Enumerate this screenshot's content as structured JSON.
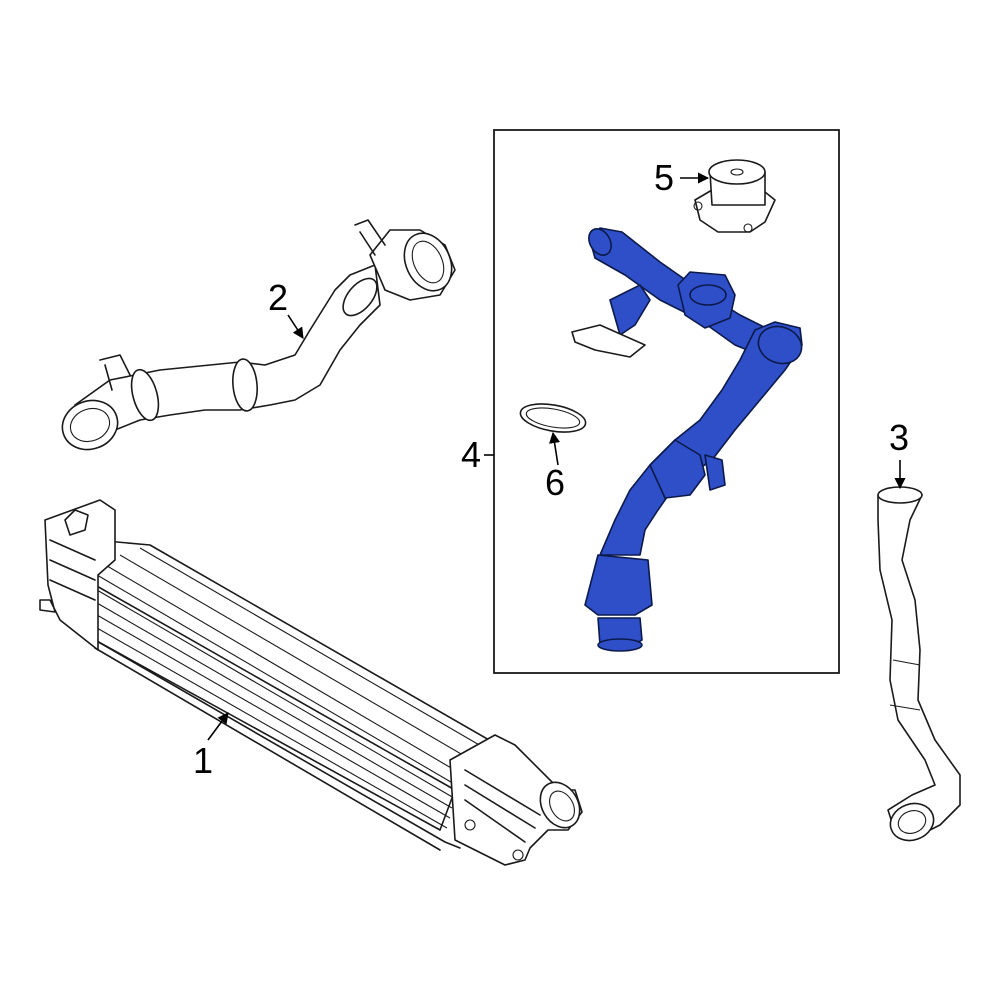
{
  "diagram": {
    "highlight_color": "#2f4fc8",
    "callouts": [
      {
        "id": "1",
        "label": "1"
      },
      {
        "id": "2",
        "label": "2"
      },
      {
        "id": "3",
        "label": "3"
      },
      {
        "id": "4",
        "label": "4"
      },
      {
        "id": "5",
        "label": "5"
      },
      {
        "id": "6",
        "label": "6"
      }
    ]
  }
}
